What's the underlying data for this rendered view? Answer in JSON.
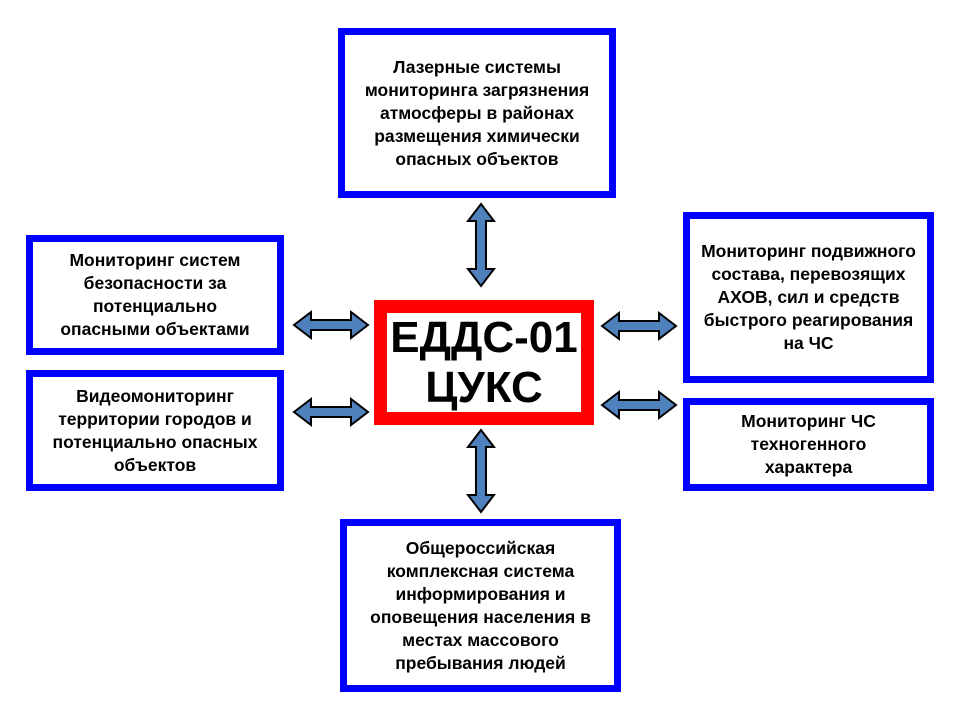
{
  "center": {
    "line1": "ЕДДС-01",
    "line2": "ЦУКС"
  },
  "boxes": {
    "top": "Лазерные системы мониторинга загрязнения атмосферы в районах размещения химически опасных объектов",
    "left_top": "Мониторинг систем безопасности за потенциально опасными объектами",
    "left_bottom": "Видеомониторинг территории городов и потенциально опасных объектов",
    "right_top": "Мониторинг подвижного состава, перевозящих АХОВ, сил и средств быстрого реагирования на ЧС",
    "right_bottom": "Мониторинг ЧС техногенного характера",
    "bottom": "Общероссийская комплексная система информирования и оповещения населения в местах массового пребывания людей"
  },
  "colors": {
    "center_border": "#ff0000",
    "box_border": "#0000ff",
    "arrow_fill": "#4f81bd"
  }
}
